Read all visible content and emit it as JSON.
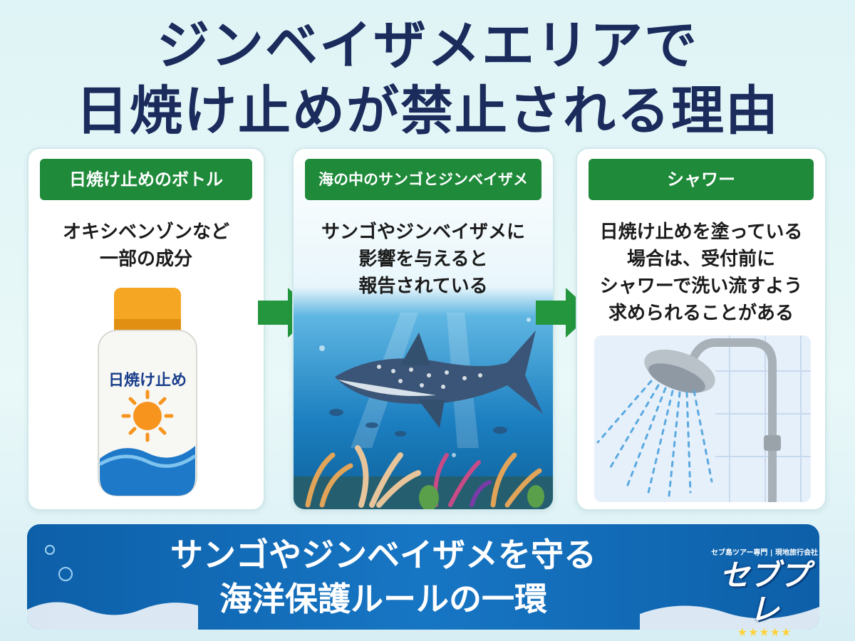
{
  "title": {
    "line1": "ジンベイザメエリアで",
    "line2": "日焼け止めが禁止される理由"
  },
  "cards": [
    {
      "heading": "日焼け止めのボトル",
      "lines": [
        "オキシベンゾンなど",
        "一部の成分"
      ],
      "bottle_label": "日焼け止め"
    },
    {
      "heading": "海の中のサンゴとジンベイザメ",
      "lines": [
        "サンゴやジンベイザメに",
        "影響を与えると",
        "報告されている"
      ]
    },
    {
      "heading": "シャワー",
      "lines": [
        "日焼け止めを塗っている",
        "場合は、受付前に",
        "シャワーで洗い流すよう",
        "求められることがある"
      ]
    }
  ],
  "banner": {
    "line1": "サンゴやジンベイザメを守る",
    "line2": "海洋保護ルールの一環"
  },
  "logo": {
    "tagline": "セブ島ツアー専門 | 現地旅行会社",
    "name": "セブプレ",
    "stars": "★★★★★"
  },
  "colors": {
    "title": "#1a2b5c",
    "heading_bg": "#1f8a3a",
    "arrow": "#23963e",
    "banner": "#1167b2"
  },
  "icons": [
    "sunscreen-bottle-illustration",
    "whale-shark-reef-illustration",
    "shower-head-illustration",
    "arrow-right-icon"
  ]
}
